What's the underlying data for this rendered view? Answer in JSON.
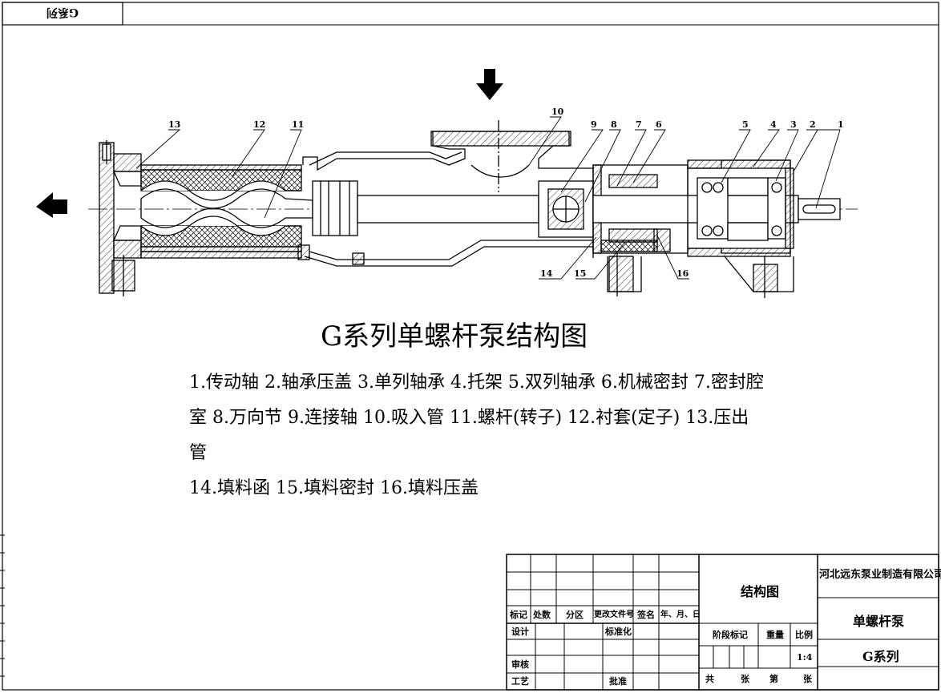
{
  "corner_label": "G系列",
  "title": "G系列单螺杆泵结构图",
  "legend": {
    "line1": "1.传动轴 2.轴承压盖 3.单列轴承 4.托架 5.双列轴承 6.机械密封 7.密封腔",
    "line2": "室 8.万向节 9.连接轴 10.吸入管 11.螺杆(转子) 12.衬套(定子) 13.压出",
    "line3": "管",
    "line4": "14.填料函 15.填料密封 16.填料压盖"
  },
  "part_numbers": [
    "1",
    "2",
    "3",
    "4",
    "5",
    "6",
    "7",
    "8",
    "9",
    "10",
    "11",
    "12",
    "13",
    "14",
    "15",
    "16"
  ],
  "title_block": {
    "h_mark": "标记",
    "h_count": "处数",
    "h_zone": "分区",
    "h_docno": "更改文件号",
    "h_sign": "签名",
    "h_date": "年、月、日",
    "design": "设计",
    "standard": "标准化",
    "review": "审核",
    "process": "工艺",
    "approve": "批准",
    "drawing_name": "结构图",
    "stage": "阶段标记",
    "weight": "重量",
    "scale_label": "比例",
    "scale_value": "1:4",
    "total": "共",
    "sheets": "张",
    "nth": "第",
    "sheet": "张",
    "company": "河北远东泵业制造有限公司",
    "product": "单螺杆泵",
    "series": "G系列"
  },
  "colors": {
    "line": "#000000",
    "background": "#ffffff"
  }
}
